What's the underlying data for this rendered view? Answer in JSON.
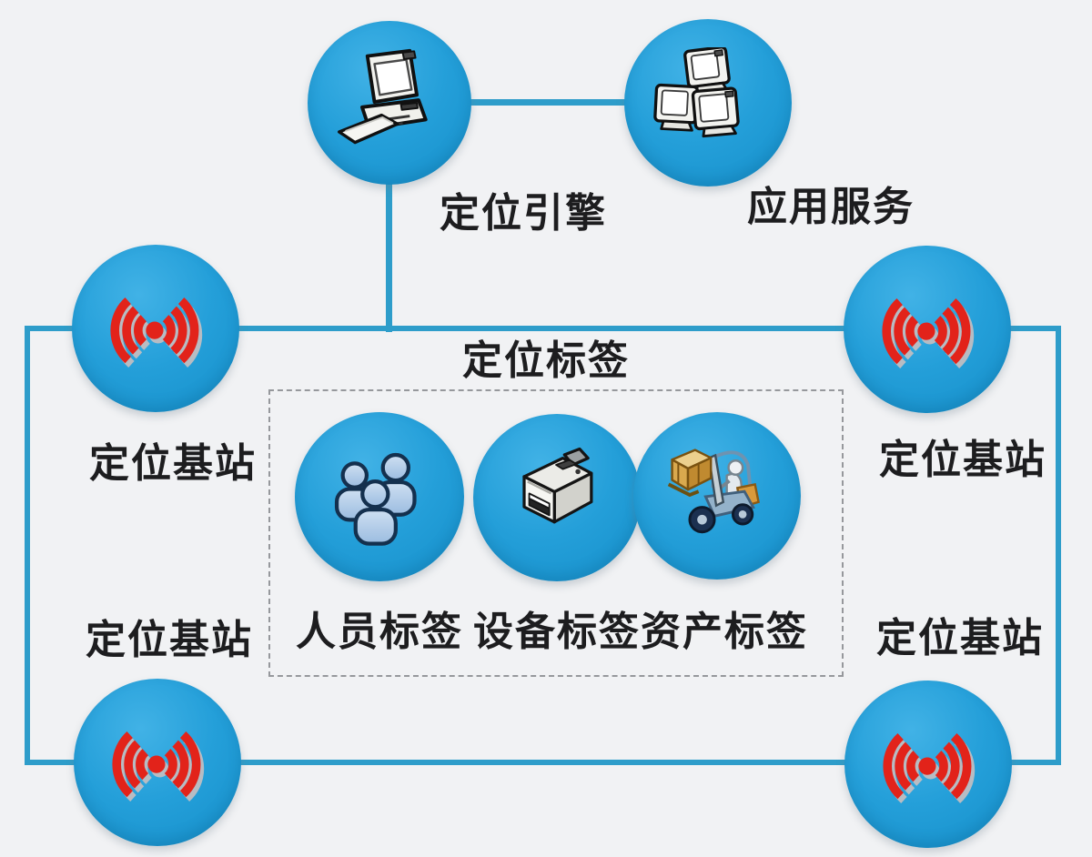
{
  "diagram": {
    "top_nodes": [
      {
        "id": "engine",
        "label": "定位引擎",
        "icon": "desktop-computer-icon"
      },
      {
        "id": "app_server",
        "label": "应用服务",
        "icon": "server-cluster-icon"
      }
    ],
    "base_stations": {
      "label": "定位基站",
      "icon": "radio-signal-icon",
      "positions": [
        "top-left",
        "top-right",
        "bottom-left",
        "bottom-right"
      ]
    },
    "tags_group": {
      "label": "定位标签",
      "items": [
        {
          "id": "personnel",
          "label": "人员标签",
          "icon": "people-group-icon"
        },
        {
          "id": "equipment",
          "label": "设备标签",
          "icon": "printer-icon"
        },
        {
          "id": "asset",
          "label": "资产标签",
          "icon": "forklift-icon"
        }
      ]
    },
    "colors": {
      "node_blue": "#249fd9",
      "connector_blue": "#2e9dca",
      "signal_red": "#e2231a",
      "text": "#1d1d1f",
      "background": "#f1f2f4",
      "dashed_border": "#96989c"
    }
  }
}
